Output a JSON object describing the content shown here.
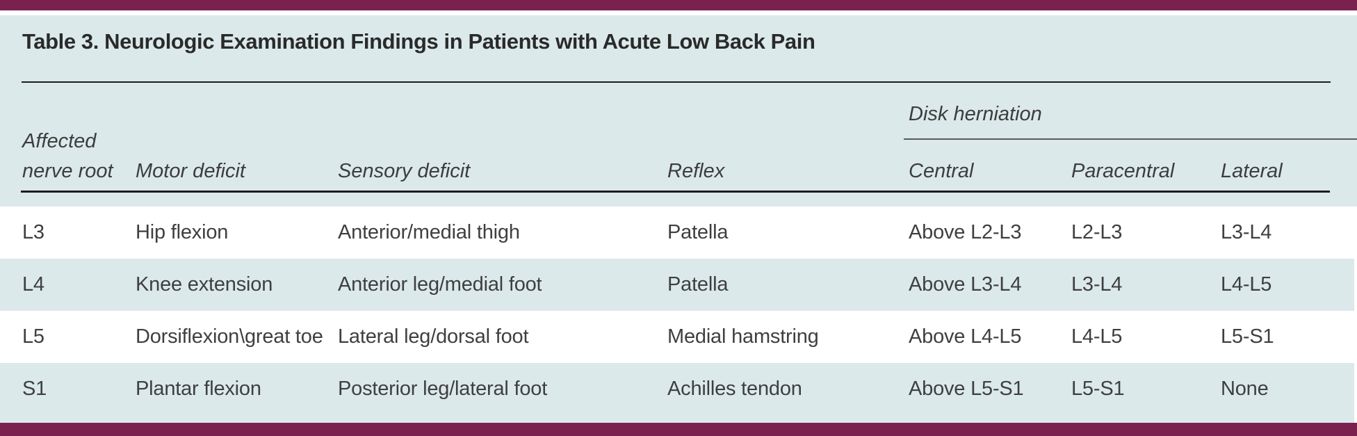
{
  "page": {
    "title": "Table 3. Neurologic Examination Findings in Patients with Acute Low Back Pain"
  },
  "colors": {
    "maroon_bar": "#7b2150",
    "teal_background": "#dbe9eb",
    "body_text": "#3f3f3f",
    "rule_dark": "#1b1b1b"
  },
  "table": {
    "group_header": "Disk herniation",
    "headers": {
      "affected_line1": "Affected",
      "affected_line2": "nerve root",
      "motor": "Motor deficit",
      "sensory": "Sensory deficit",
      "reflex": "Reflex",
      "central": "Central",
      "paracentral": "Paracentral",
      "lateral": "Lateral"
    },
    "rows": [
      {
        "root": "L3",
        "motor": "Hip flexion",
        "sensory": "Anterior/medial thigh",
        "reflex": "Patella",
        "central": "Above L2-L3",
        "paracentral": "L2-L3",
        "lateral": "L3-L4"
      },
      {
        "root": "L4",
        "motor": "Knee extension",
        "sensory": "Anterior leg/medial foot",
        "reflex": "Patella",
        "central": "Above L3-L4",
        "paracentral": "L3-L4",
        "lateral": "L4-L5"
      },
      {
        "root": "L5",
        "motor": "Dorsiflexion\\great toe",
        "sensory": "Lateral leg/dorsal foot",
        "reflex": "Medial hamstring",
        "central": "Above L4-L5",
        "paracentral": "L4-L5",
        "lateral": "L5-S1"
      },
      {
        "root": "S1",
        "motor": "Plantar flexion",
        "sensory": "Posterior leg/lateral foot",
        "reflex": "Achilles tendon",
        "central": "Above L5-S1",
        "paracentral": "L5-S1",
        "lateral": "None"
      }
    ]
  }
}
